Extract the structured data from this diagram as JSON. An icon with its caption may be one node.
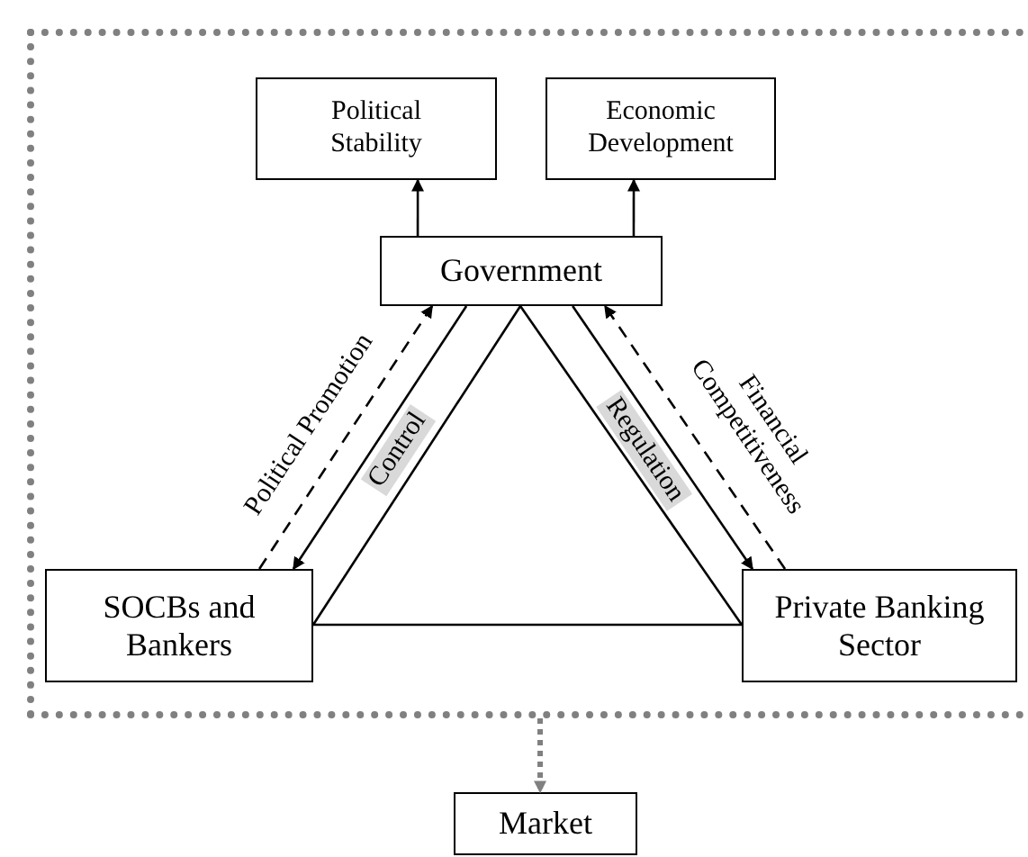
{
  "diagram": {
    "nodes": [
      {
        "text": [],
        "shape": "box"
      },
      {
        "text": [
          "Political Stability"
        ],
        "in": 0
      },
      {
        "text": [
          "Economic Development"
        ],
        "in": 0
      },
      {
        "text": [
          "Government"
        ],
        "in": 0
      },
      {
        "text": [
          "SOCBs and Bankers"
        ],
        "in": 0
      },
      {
        "text": [
          "Private Banking Sector"
        ],
        "in": 0
      },
      {
        "text": [
          "Market"
        ]
      }
    ],
    "edges": [
      {
        "from": 3,
        "to": 1,
        "arrow": "to"
      },
      {
        "from": 3,
        "to": 2,
        "arrow": "to"
      },
      {
        "from": 3,
        "to": 4,
        "arrow": "none"
      },
      {
        "from": 3,
        "to": 5,
        "arrow": "none"
      },
      {
        "from": 4,
        "to": 5,
        "arrow": "none"
      },
      {
        "from": 3,
        "to": 4,
        "arrow": "to",
        "label": "Control"
      },
      {
        "from": 4,
        "to": 3,
        "arrow": "to",
        "label": "Political Promotion",
        "style": "dashed"
      },
      {
        "from": 3,
        "to": 5,
        "arrow": "to",
        "label": "Regulation"
      },
      {
        "from": 5,
        "to": 3,
        "arrow": "to",
        "label": "Financial Competitiveness",
        "style": "dashed"
      },
      {
        "from": 0,
        "to": 6,
        "arrow": "to",
        "style": "dashed",
        "color": "#808080"
      }
    ]
  }
}
